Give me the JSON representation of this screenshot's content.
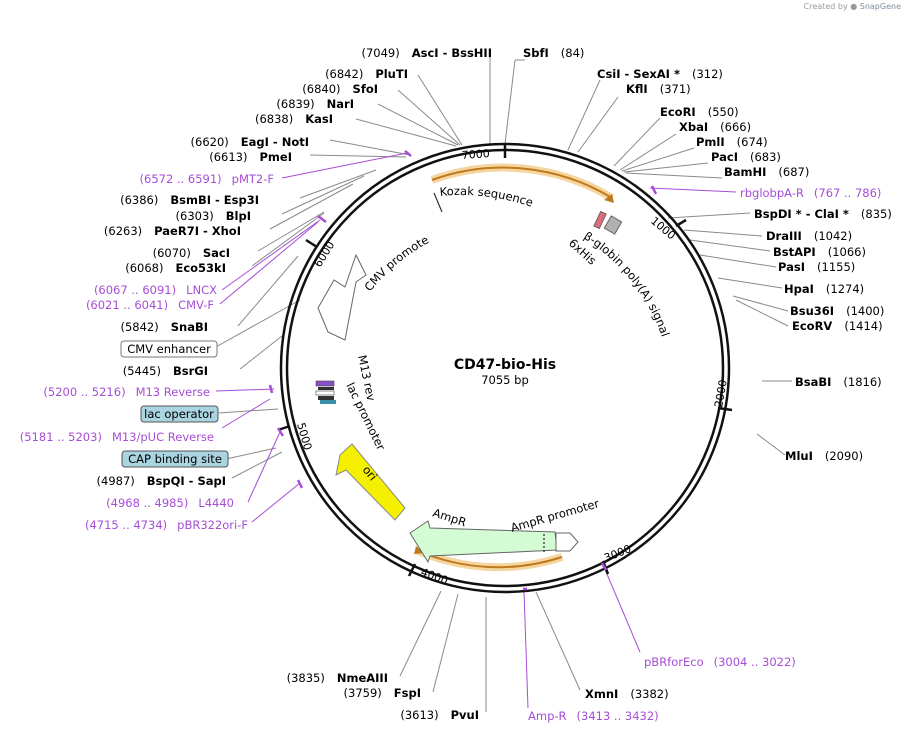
{
  "credit": {
    "prefix": "Created by",
    "brand": "SnapGene"
  },
  "plasmid": {
    "name": "CD47-bio-His",
    "length": "7055 bp",
    "bp": 7055
  },
  "colors": {
    "primer": "#a64dd6",
    "orange_arc": "#e8a23c",
    "amp_fill": "#d4fcd4",
    "ori_fill": "#f4f000",
    "tag_fill": "#a9d4e0",
    "outline_fill": "#ffffff"
  },
  "ticks": [
    "1000",
    "2000",
    "3000",
    "4000",
    "5000",
    "6000",
    "7000"
  ],
  "sites_right": [
    {
      "name": "SbfI",
      "pos": "(84)"
    },
    {
      "name": "CsiI  -  SexAI *",
      "pos": "(312)"
    },
    {
      "name": "KflI",
      "pos": "(371)"
    },
    {
      "name": "EcoRI",
      "pos": "(550)"
    },
    {
      "name": "XbaI",
      "pos": "(666)"
    },
    {
      "name": "PmlI",
      "pos": "(674)"
    },
    {
      "name": "PacI",
      "pos": "(683)"
    },
    {
      "name": "BamHI",
      "pos": "(687)"
    },
    {
      "name": "BspDI *  -  ClaI *",
      "pos": "(835)"
    },
    {
      "name": "DraIII",
      "pos": "(1042)"
    },
    {
      "name": "BstAPI",
      "pos": "(1066)"
    },
    {
      "name": "PasI",
      "pos": "(1155)"
    },
    {
      "name": "HpaI",
      "pos": "(1274)"
    },
    {
      "name": "Bsu36I",
      "pos": "(1400)"
    },
    {
      "name": "EcoRV",
      "pos": "(1414)"
    },
    {
      "name": "BsaBI",
      "pos": "(1816)"
    },
    {
      "name": "MluI",
      "pos": "(2090)"
    },
    {
      "name": "XmnI",
      "pos": "(3382)"
    }
  ],
  "sites_left": [
    {
      "name": "AscI  -  BssHII",
      "pos": "(7049)"
    },
    {
      "name": "PluTI",
      "pos": "(6842)"
    },
    {
      "name": "SfoI",
      "pos": "(6840)"
    },
    {
      "name": "NarI",
      "pos": "(6839)"
    },
    {
      "name": "KasI",
      "pos": "(6838)"
    },
    {
      "name": "EagI  -  NotI",
      "pos": "(6620)"
    },
    {
      "name": "PmeI",
      "pos": "(6613)"
    },
    {
      "name": "BsmBI  -  Esp3I",
      "pos": "(6386)"
    },
    {
      "name": "BlpI",
      "pos": "(6303)"
    },
    {
      "name": "PaeR7I  -  XhoI",
      "pos": "(6263)"
    },
    {
      "name": "SacI",
      "pos": "(6070)"
    },
    {
      "name": "Eco53kI",
      "pos": "(6068)"
    },
    {
      "name": "SnaBI",
      "pos": "(5842)"
    },
    {
      "name": "BsrGI",
      "pos": "(5445)"
    },
    {
      "name": "BspQI  -  SapI",
      "pos": "(4987)"
    },
    {
      "name": "NmeAIII",
      "pos": "(3835)"
    },
    {
      "name": "FspI",
      "pos": "(3759)"
    },
    {
      "name": "PvuI",
      "pos": "(3613)"
    }
  ],
  "primers": [
    {
      "name": "pMT2-F",
      "range": "(6572 .. 6591)"
    },
    {
      "name": "LNCX",
      "range": "(6067 .. 6091)"
    },
    {
      "name": "CMV-F",
      "range": "(6021 .. 6041)"
    },
    {
      "name": "M13 Reverse",
      "range": "(5200 .. 5216)"
    },
    {
      "name": "M13/pUC Reverse",
      "range": "(5181 .. 5203)"
    },
    {
      "name": "L4440",
      "range": "(4968 .. 4985)"
    },
    {
      "name": "pBR322ori-F",
      "range": "(4715 .. 4734)"
    },
    {
      "name": "rbglobpA-R",
      "range": "(767 .. 786)"
    },
    {
      "name": "pBRforEco",
      "range": "(3004 .. 3022)"
    },
    {
      "name": "Amp-R",
      "range": "(3413 .. 3432)"
    }
  ],
  "boxed_features": [
    "CMV enhancer",
    "lac operator",
    "CAP binding site"
  ],
  "features": {
    "kozak": "Kozak sequence",
    "cmv_promoter": "CMV promoter",
    "his": "6xHis",
    "polya": "β-globin poly(A) signal",
    "m13rev": "M13 rev",
    "lac_promoter": "lac promoter",
    "ori": "ori",
    "ampr": "AmpR",
    "ampr_promoter": "AmpR promoter"
  }
}
